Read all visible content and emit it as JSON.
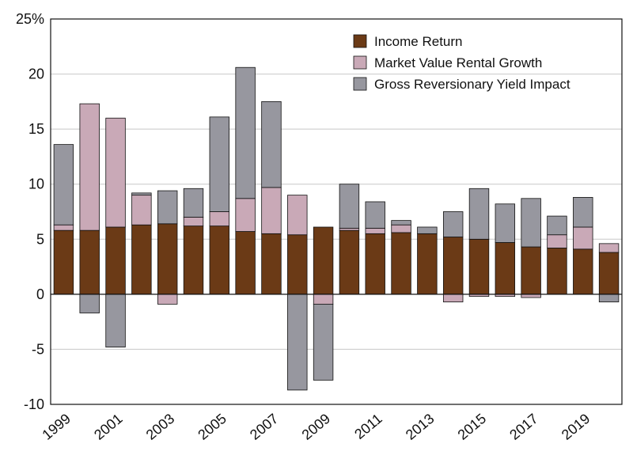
{
  "chart_data": {
    "type": "bar",
    "stacked": true,
    "title": "",
    "xlabel": "",
    "ylabel": "",
    "y_unit_label": "25%",
    "ylim": [
      -10,
      25
    ],
    "y_ticks": [
      "-10",
      "-5",
      "0",
      "5",
      "10",
      "15",
      "20",
      "25%"
    ],
    "y_tick_values": [
      -10,
      -5,
      0,
      5,
      10,
      15,
      20,
      25
    ],
    "grid": "horizontal",
    "legend_position": "top-right",
    "categories": [
      "1999",
      "2000",
      "2001",
      "2002",
      "2003",
      "2004",
      "2005",
      "2006",
      "2007",
      "2008",
      "2009",
      "2010",
      "2011",
      "2012",
      "2013",
      "2014",
      "2015",
      "2016",
      "2017",
      "2018",
      "2019",
      "2020"
    ],
    "x_tick_labels": [
      "1999",
      "",
      "2001",
      "",
      "2003",
      "",
      "2005",
      "",
      "2007",
      "",
      "2009",
      "",
      "2011",
      "",
      "2013",
      "",
      "2015",
      "",
      "2017",
      "",
      "2019",
      ""
    ],
    "series": [
      {
        "name": "Income Return",
        "color": "#6b3a16",
        "values": [
          5.8,
          5.8,
          6.1,
          6.3,
          6.4,
          6.2,
          6.2,
          5.7,
          5.5,
          5.4,
          6.1,
          5.8,
          5.5,
          5.6,
          5.5,
          5.2,
          5.0,
          4.7,
          4.3,
          4.2,
          4.1,
          3.8
        ]
      },
      {
        "name": "Market Value Rental Growth",
        "color": "#c9a9b7",
        "values": [
          0.5,
          11.5,
          9.9,
          2.7,
          -0.9,
          0.8,
          1.3,
          3.0,
          4.2,
          3.6,
          -0.9,
          0.2,
          0.5,
          0.7,
          0.0,
          -0.7,
          -0.2,
          -0.2,
          -0.3,
          1.2,
          2.0,
          0.8
        ]
      },
      {
        "name": "Gross Reversionary Yield Impact",
        "color": "#97979f",
        "values": [
          7.3,
          -1.7,
          -4.8,
          0.2,
          3.0,
          2.6,
          8.6,
          11.9,
          7.8,
          -8.7,
          -6.9,
          4.0,
          2.4,
          0.4,
          0.6,
          2.3,
          4.6,
          3.5,
          4.4,
          1.7,
          2.7,
          -0.7
        ]
      }
    ]
  }
}
